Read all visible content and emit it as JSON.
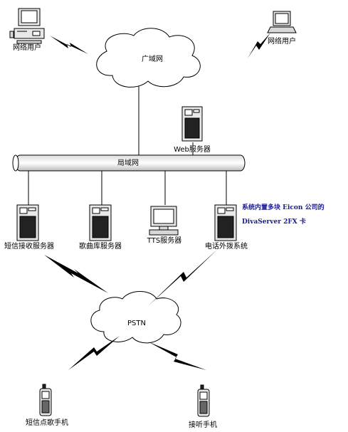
{
  "clouds": {
    "wan": "广域网",
    "pstn": "PSTN"
  },
  "lan": "局域网",
  "endpoints": {
    "user_left": "网络用户",
    "user_right": "网络用户"
  },
  "servers": {
    "web": "Web服务器",
    "sms": "短信接收服务器",
    "music": "歌曲库服务器",
    "tts": "TTS服务器",
    "phone": "电话外拨系统"
  },
  "note": {
    "line1": "系统内置多块 Eicon 公司的",
    "line2": "DivaServer 2FX 卡"
  },
  "phones": {
    "sms_phone": "短信点歌手机",
    "listen_phone": "接听手机"
  },
  "colors": {
    "line": "#000000",
    "note_text": "#1a1a99",
    "screen": "#ffffff"
  }
}
